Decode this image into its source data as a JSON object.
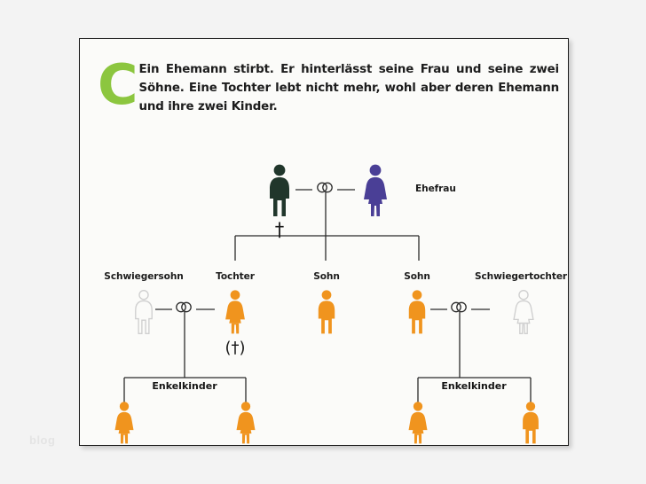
{
  "page": {
    "watermark": "blog",
    "background_color": "#f3f3f3",
    "sheet_color": "#fbfbf9",
    "border_color": "#1b1b1b"
  },
  "intro": {
    "dropcap": "C",
    "dropcap_color": "#8cc63f",
    "text": "Ein Ehemann stirbt. Er hinterlässt seine Frau und seine zwei Söhne. Eine Tochter lebt nicht mehr, wohl aber deren Ehemann und ihre zwei Kinder."
  },
  "colors": {
    "deceased_husband": "#20362b",
    "wife": "#4a3f96",
    "children": "#f0941e",
    "in_law_outline": "#cfcfcf",
    "line": "#2b2b2b",
    "text": "#1c1c1c"
  },
  "diagram": {
    "generation1": [
      {
        "id": "ehemann",
        "gender": "male",
        "color_key": "deceased_husband",
        "label": "",
        "death_marker": "†"
      },
      {
        "id": "ehefrau",
        "gender": "female",
        "color_key": "wife",
        "label": "Ehefrau",
        "death_marker": ""
      }
    ],
    "marriage_symbol": "rings",
    "generation2": [
      {
        "id": "schwiegersohn",
        "gender": "male",
        "style": "outline",
        "label": "Schwiegersohn",
        "death_marker": ""
      },
      {
        "id": "tochter",
        "gender": "female",
        "style": "filled",
        "label": "Tochter",
        "death_marker": "(†)"
      },
      {
        "id": "sohn-1",
        "gender": "male",
        "style": "filled",
        "label": "Sohn",
        "death_marker": ""
      },
      {
        "id": "sohn-2",
        "gender": "male",
        "style": "filled",
        "label": "Sohn",
        "death_marker": ""
      },
      {
        "id": "schwiegertochter",
        "gender": "female",
        "style": "outline",
        "label": "Schwiegertochter",
        "death_marker": ""
      }
    ],
    "grandchild_group_labels": [
      "Enkelkinder",
      "Enkelkinder"
    ],
    "generation3": [
      {
        "id": "enkel-1",
        "gender": "female",
        "style": "filled"
      },
      {
        "id": "enkel-2",
        "gender": "female",
        "style": "filled"
      },
      {
        "id": "enkel-3",
        "gender": "female",
        "style": "filled"
      },
      {
        "id": "enkel-4",
        "gender": "male",
        "style": "filled"
      }
    ]
  }
}
